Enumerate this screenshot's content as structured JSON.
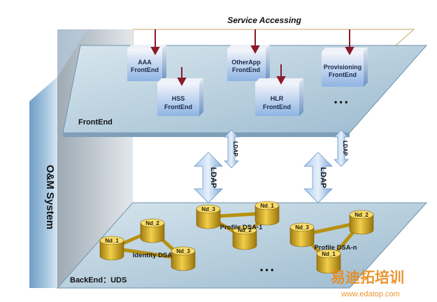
{
  "title": "Service Accessing",
  "om_system_label": "O&M System",
  "frontend": {
    "layer_label": "FrontEnd",
    "boxes": [
      {
        "line1": "AAA",
        "line2": "FrontEnd"
      },
      {
        "line1": "OtherApp",
        "line2": "FrontEnd"
      },
      {
        "line1": "Provisioning",
        "line2": "FrontEnd"
      },
      {
        "line1": "HSS",
        "line2": "FrontEnd"
      },
      {
        "line1": "HLR",
        "line2": "FrontEnd"
      }
    ],
    "ellipsis": "• • •"
  },
  "ldap": {
    "small_left": "LDAP",
    "small_right": "LDAP",
    "big_left": "LDAP",
    "big_right": "LDAP"
  },
  "backend": {
    "layer_label": "BackEnd：UDS",
    "node_labels": {
      "n1a": "Nd_1",
      "n2a": "Nd_2",
      "n3a": "Nd_3",
      "n3b": "Nd_3",
      "n1b": "Nd_1",
      "n2b": "Nd_2",
      "n3c": "Nd_3",
      "n2c": "Nd_2",
      "n1c": "Nd_1"
    },
    "dsa_labels": {
      "identity": "Identity DSA",
      "profile1": "Profile DSA-1",
      "profilen": "Profile DSA-n"
    },
    "ellipsis": "• • •"
  },
  "watermark": {
    "brand": "易迪拓培训",
    "url": "www.edatop.com"
  }
}
